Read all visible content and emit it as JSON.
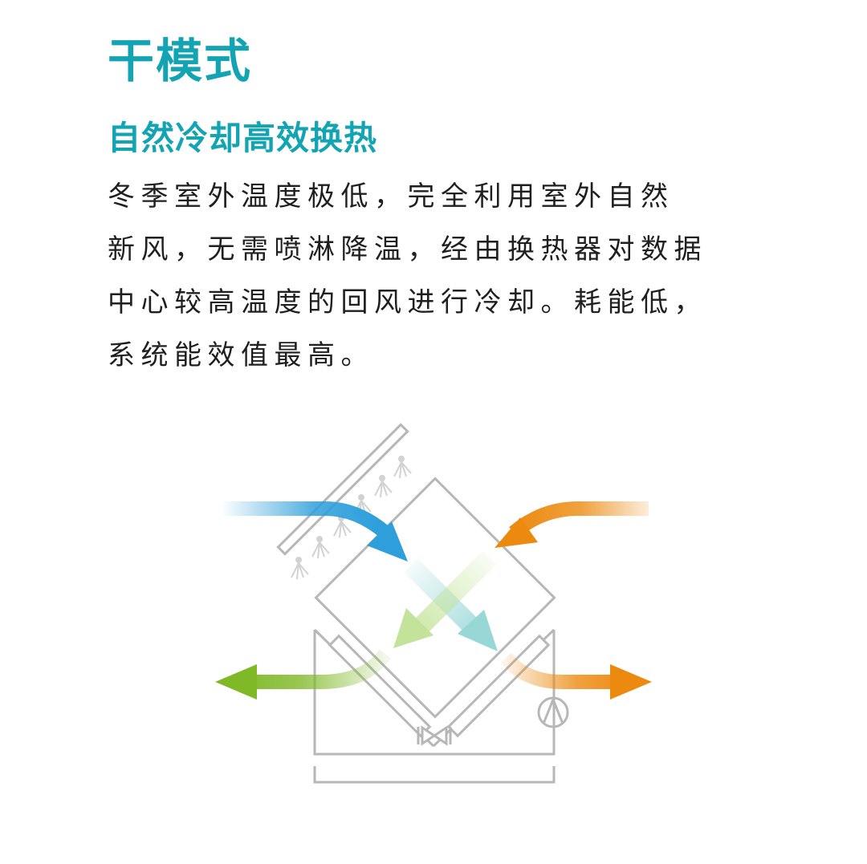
{
  "heading": {
    "title": "干模式",
    "subtitle": "自然冷却高效换热"
  },
  "description": {
    "lines": [
      "冬季室外温度极低，完全利用室外自然",
      "新风，无需喷淋降温，经由换热器对数据",
      "中心较高温度的回风进行冷却。耗能低，",
      "系统能效值最高。"
    ]
  },
  "colors": {
    "accent": "#13a4b3",
    "text": "#1f1f1f",
    "outline": "#b7b7b7",
    "fresh_air_blue": "#2e9fdb",
    "return_air_orange": "#ec8a0f",
    "exhaust_green": "#80b928",
    "supply_cyan": "#97d7d6",
    "inner_green": "#c4e39a"
  },
  "icons": {
    "spray": "spray-nozzle-icon",
    "fan": "fan-icon",
    "valve": "valve-icon"
  }
}
